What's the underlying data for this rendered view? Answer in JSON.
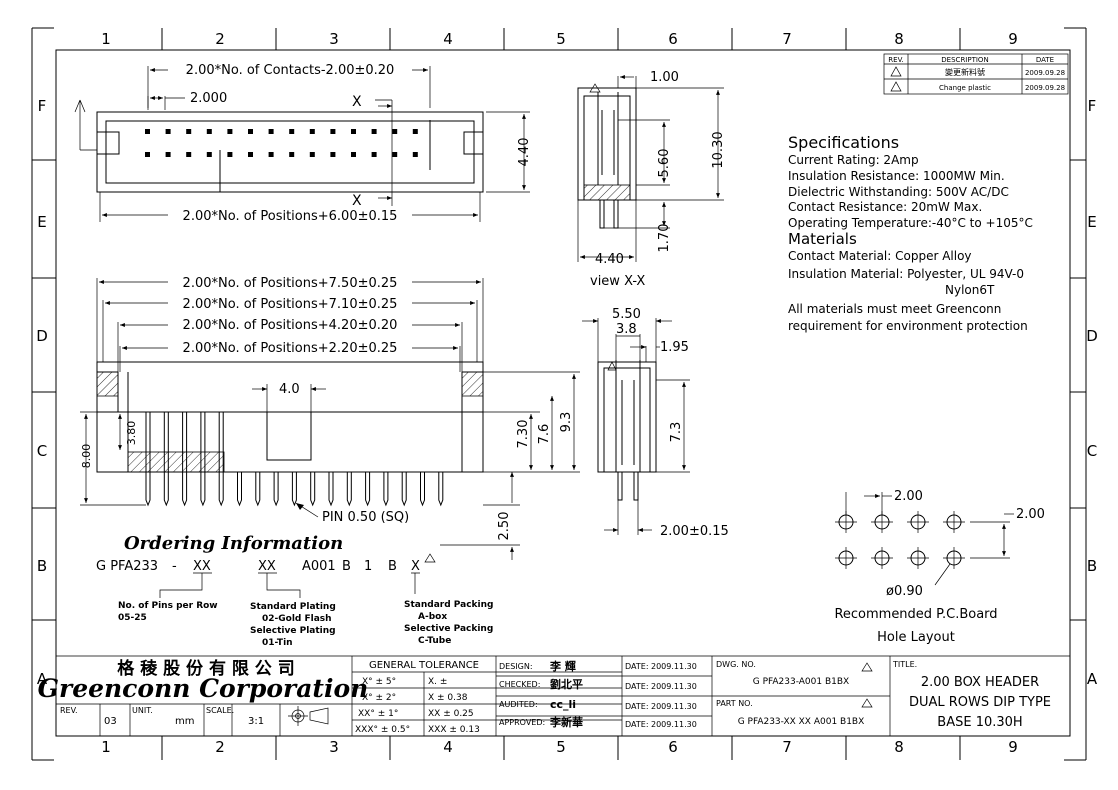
{
  "border": {
    "cols": [
      "1",
      "2",
      "3",
      "4",
      "5",
      "6",
      "7",
      "8",
      "9"
    ],
    "rows": [
      "F",
      "E",
      "D",
      "C",
      "B",
      "A"
    ]
  },
  "revisions": {
    "headers": {
      "rev": "REV.",
      "description": "DESCRIPTION",
      "date": "DATE"
    },
    "rows": [
      {
        "description": "變更新料號",
        "date": "2009.09.28"
      },
      {
        "description": "Change plastic",
        "date": "2009.09.28"
      }
    ]
  },
  "top_view": {
    "dim_contacts": "2.00*No. of Contacts-2.00±0.20",
    "dim_pitch": "2.000",
    "section_top": "X",
    "section_bottom": "X",
    "dim_width": "4.40",
    "dim_positions": "2.00*No. of Positions+6.00±0.15"
  },
  "section_view": {
    "dim_top": "1.00",
    "dim_total": "10.30",
    "dim_mid": "5.60",
    "dim_pin": "1.70",
    "dim_width": "4.40",
    "caption": "view X-X"
  },
  "front_view": {
    "dim1": "2.00*No. of Positions+7.50±0.25",
    "dim2": "2.00*No. of Positions+7.10±0.25",
    "dim3": "2.00*No. of Positions+4.20±0.20",
    "dim4": "2.00*No. of Positions+2.20±0.25",
    "dim_key": "4.0",
    "dim_380": "3.80",
    "dim_800": "8.00",
    "dim_730": "7.30",
    "dim_76": "7.6",
    "dim_93": "9.3",
    "dim_250": "2.50",
    "pin_note": "PIN 0.50 (SQ)"
  },
  "side_view": {
    "dim_550": "5.50",
    "dim_38": "3.8",
    "dim_195": "1.95",
    "dim_73": "7.3",
    "dim_200": "2.00±0.15"
  },
  "specifications": {
    "title": "Specifications",
    "lines": [
      "Current Rating:  2Amp",
      "Insulation Resistance: 1000MW Min.",
      "Dielectric Withstanding:  500V AC/DC",
      "Contact Resistance:  20mW Max.",
      "Operating Temperature:-40°C to +105°C"
    ],
    "materials_title": "Materials",
    "materials": [
      "Contact Material: Copper Alloy",
      "Insulation Material: Polyester, UL 94V-0",
      "Nylon6T",
      "All materials must meet Greenconn",
      "requirement for environment protection"
    ]
  },
  "ordering": {
    "title": "Ordering Information",
    "code": [
      "G PFA233",
      "-",
      "XX",
      "XX",
      "A001",
      "B",
      "1",
      "B",
      "X"
    ],
    "pins": [
      "No. of Pins per Row",
      "05-25"
    ],
    "plating": [
      "Standard Plating",
      "02-Gold Flash",
      "Selective Plating",
      "01-Tin"
    ],
    "packing": [
      "Standard Packing",
      "A-box",
      "Selective Packing",
      "C-Tube"
    ]
  },
  "pcb_layout": {
    "dim_x": "2.00",
    "dim_y": "2.00",
    "hole": "ø0.90",
    "caption1": "Recommended P.C.Board",
    "caption2": "Hole Layout"
  },
  "title_block": {
    "company_cn": "格 稜 股 份 有 限 公 司",
    "company_en": "Greenconn Corporation",
    "rev_label": "REV.",
    "rev": "03",
    "unit_label": "UNIT.",
    "unit": "mm",
    "scale_label": "SCALE.",
    "scale": "3:1",
    "tol_title": "GENERAL TOLERANCE",
    "tol": [
      [
        "X° ± 5°",
        "X.  ±"
      ],
      [
        "X° ± 2°",
        "X  ± 0.38"
      ],
      [
        "XX° ± 1°",
        "XX  ± 0.25"
      ],
      [
        "XXX° ± 0.5°",
        "XXX ± 0.13"
      ]
    ],
    "roles": [
      {
        "label": "DESIGN:",
        "name": "李 輝",
        "date_label": "DATE:",
        "date": "2009.11.30"
      },
      {
        "label": "CHECKED:",
        "name": "劉北平",
        "date_label": "DATE:",
        "date": "2009.11.30"
      },
      {
        "label": "AUDITED:",
        "name": "cc_li",
        "date_label": "DATE:",
        "date": "2009.11.30"
      },
      {
        "label": "APPROVED:",
        "name": "李新華",
        "date_label": "DATE:",
        "date": "2009.11.30"
      }
    ],
    "dwg_label": "DWG. NO.",
    "dwg": "G PFA233-A001 B1BX",
    "part_label": "PART NO.",
    "part": "G PFA233-XX XX A001 B1BX",
    "title_label": "TITLE.",
    "title": [
      "2.00 BOX HEADER",
      "DUAL ROWS DIP TYPE",
      "BASE 10.30H"
    ]
  }
}
